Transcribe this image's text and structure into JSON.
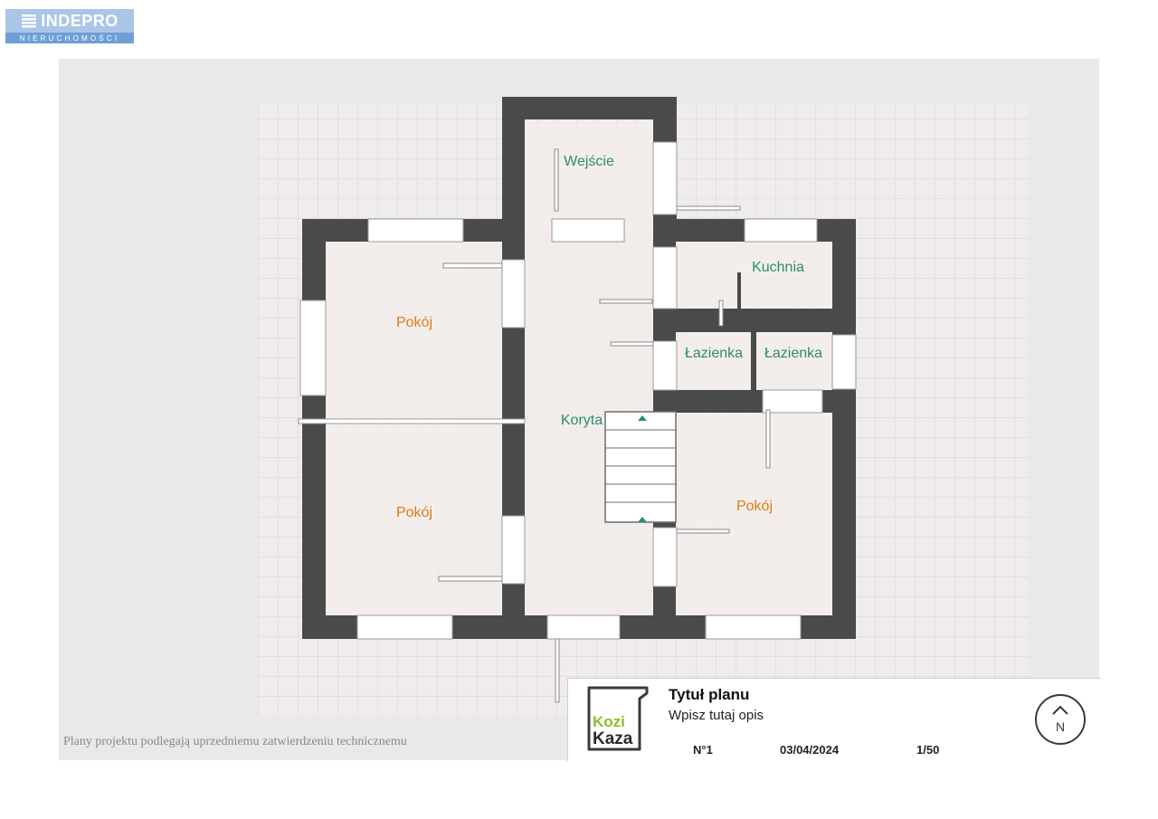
{
  "brand": {
    "name": "INDEPRO",
    "tagline": "NIERUCHOMOŚCI",
    "color_light": "#a9c6e8",
    "color_dark": "#6f9fd6"
  },
  "plan": {
    "rooms": [
      {
        "id": "entrance",
        "label": "Wejście",
        "color": "#2e8b6e"
      },
      {
        "id": "kitchen",
        "label": "Kuchnia",
        "color": "#2e8b6e"
      },
      {
        "id": "bath1",
        "label": "Łazienka",
        "color": "#2e8b6e"
      },
      {
        "id": "bath2",
        "label": "Łazienka",
        "color": "#2e8b6e"
      },
      {
        "id": "corridor",
        "label": "Koryta",
        "color": "#2e8b6e"
      },
      {
        "id": "room_nw",
        "label": "Pokój",
        "color": "#e07a18"
      },
      {
        "id": "room_sw",
        "label": "Pokój",
        "color": "#e07a18"
      },
      {
        "id": "room_se",
        "label": "Pokój",
        "color": "#e07a18"
      }
    ],
    "wall_color": "#4a4a4a"
  },
  "disclaimer": "Plany projektu podlegają uprzedniemu zatwierdzeniu technicznemu",
  "title_block": {
    "logo_line1": "Kozi",
    "logo_line2": "Kaza",
    "title": "Tytuł planu",
    "description": "Wpisz tutaj opis",
    "number": "N°1",
    "date": "03/04/2024",
    "scale": "1/50",
    "north_label": "N"
  }
}
